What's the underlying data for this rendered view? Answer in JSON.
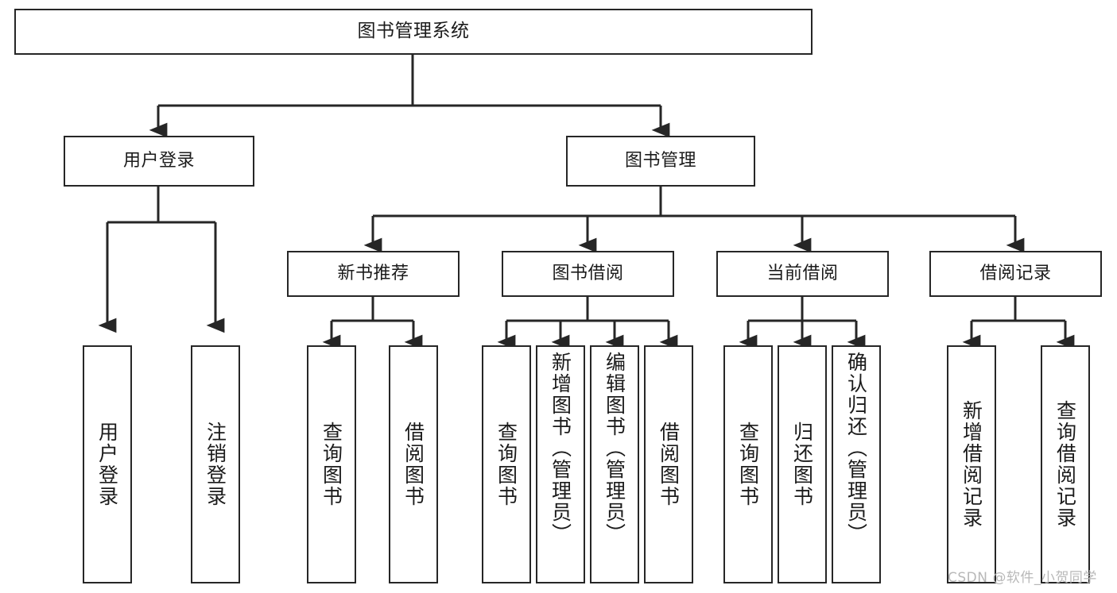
{
  "diagram": {
    "type": "tree-hierarchy",
    "title": "图书管理系统",
    "watermark": "CSDN @软件_小贺同学",
    "colors": {
      "stroke": "#262626",
      "background": "#ffffff",
      "text": "#1b1b1b",
      "watermark": "#b8b8b8"
    },
    "levels": {
      "root": {
        "label": "图书管理系统"
      },
      "level2": [
        {
          "id": "user-login",
          "label": "用户登录"
        },
        {
          "id": "book-management",
          "label": "图书管理"
        }
      ],
      "level3": [
        {
          "id": "new-book-recommend",
          "label": "新书推荐",
          "parent": "book-management"
        },
        {
          "id": "book-borrow",
          "label": "图书借阅",
          "parent": "book-management"
        },
        {
          "id": "current-borrow",
          "label": "当前借阅",
          "parent": "book-management"
        },
        {
          "id": "borrow-record",
          "label": "借阅记录",
          "parent": "book-management"
        }
      ],
      "leaves": [
        {
          "id": "leaf-user-login",
          "label": "用户登录",
          "parent": "user-login"
        },
        {
          "id": "leaf-logout-login",
          "label": "注销登录",
          "parent": "user-login"
        },
        {
          "id": "leaf-query-book-1",
          "label": "查询图书",
          "parent": "new-book-recommend"
        },
        {
          "id": "leaf-borrow-book-1",
          "label": "借阅图书",
          "parent": "new-book-recommend"
        },
        {
          "id": "leaf-query-book-2",
          "label": "查询图书",
          "parent": "book-borrow"
        },
        {
          "id": "leaf-add-book",
          "label": "新增图书（管理员）",
          "parent": "book-borrow"
        },
        {
          "id": "leaf-edit-book",
          "label": "编辑图书（管理员）",
          "parent": "book-borrow"
        },
        {
          "id": "leaf-borrow-book-2",
          "label": "借阅图书",
          "parent": "book-borrow"
        },
        {
          "id": "leaf-query-book-3",
          "label": "查询图书",
          "parent": "current-borrow"
        },
        {
          "id": "leaf-return-book",
          "label": "归还图书",
          "parent": "current-borrow"
        },
        {
          "id": "leaf-confirm-return",
          "label": "确认归还（管理员）",
          "parent": "current-borrow"
        },
        {
          "id": "leaf-add-record",
          "label": "新增借阅记录",
          "parent": "borrow-record"
        },
        {
          "id": "leaf-query-record",
          "label": "查询借阅记录",
          "parent": "borrow-record"
        }
      ]
    }
  }
}
